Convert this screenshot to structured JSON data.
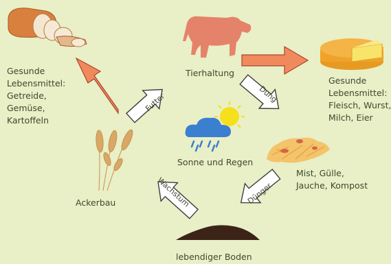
{
  "labels": {
    "getreide": [
      "Gesunde",
      "Lebensmittel:",
      "Getreide,",
      "Gemüse,",
      "Kartoffeln"
    ],
    "tierhaltung": "Tierhaltung",
    "fleisch": [
      "Gesunde",
      "Lebensmittel:",
      "Fleisch, Wurst,",
      "Milch, Eier"
    ],
    "sonne": "Sonne und Regen",
    "mist": [
      "Mist, Gülle,",
      "Jauche, Kompost"
    ],
    "ackerbau": "Ackerbau",
    "boden": "lebendiger Boden"
  },
  "arrows": {
    "futter": "Futter",
    "dung": "Dung",
    "duenger": "Dünger",
    "wachstum": "Wachstum"
  },
  "colors": {
    "background": "#e9efc6",
    "orange_arrow": "#f08a5d",
    "text": "#3f4730"
  }
}
